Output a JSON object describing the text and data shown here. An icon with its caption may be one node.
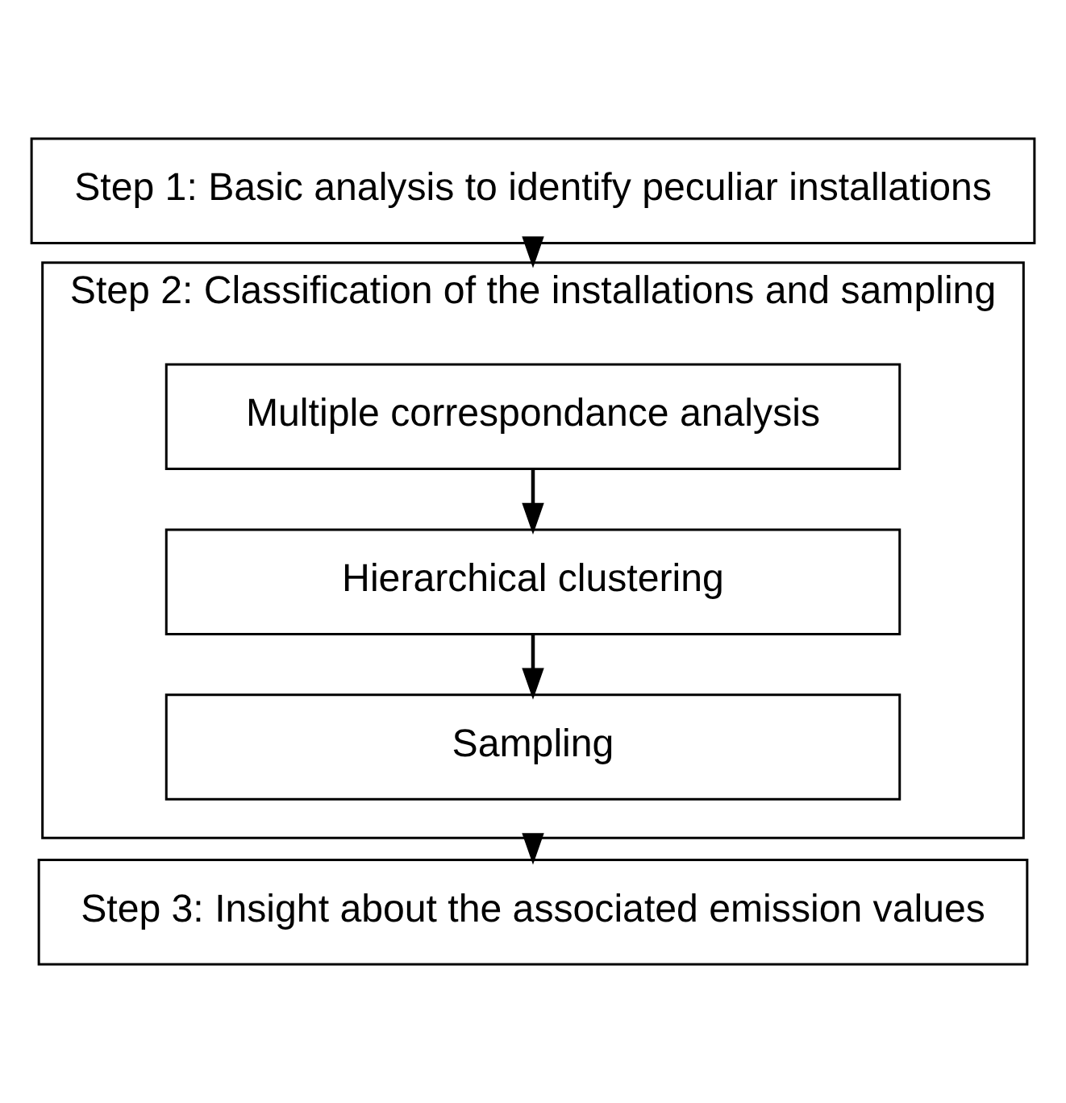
{
  "diagram": {
    "nodes": [
      {
        "text": [
          "Step 1: Basic analysis to identify peculiar installations"
        ]
      },
      {
        "text": [
          "Step 2: Classification of the installations and sampling"
        ]
      },
      {
        "text": [
          "Multiple correspondance analysis"
        ],
        "in": 1
      },
      {
        "text": [
          "Hierarchical clustering"
        ],
        "in": 1
      },
      {
        "text": [
          "Sampling"
        ],
        "in": 1
      },
      {
        "text": [
          "Step 3: Insight about the associated emission values"
        ]
      }
    ],
    "edges": [
      {
        "from": 0,
        "to": 1,
        "arrow": "to"
      },
      {
        "from": 2,
        "to": 3,
        "arrow": "to"
      },
      {
        "from": 3,
        "to": 4,
        "arrow": "to"
      },
      {
        "from": 1,
        "to": 5,
        "arrow": "to"
      }
    ]
  }
}
